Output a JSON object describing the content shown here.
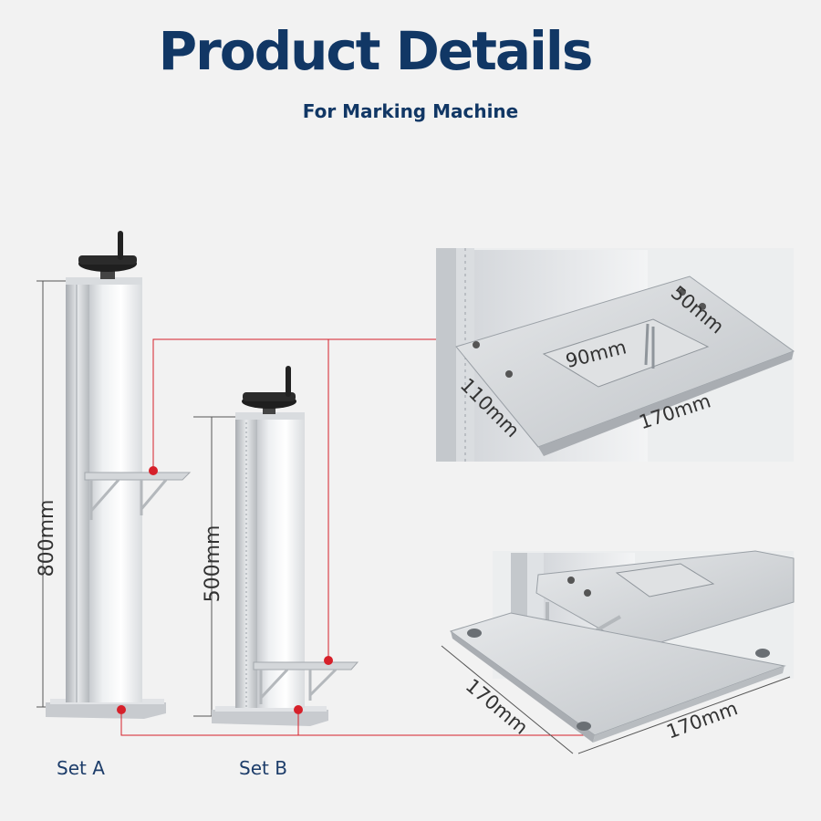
{
  "header": {
    "title": "Product Details",
    "subtitle": "For Marking Machine"
  },
  "sets": {
    "a_label": "Set A",
    "b_label": "Set B"
  },
  "dimensions": {
    "set_a_height": "800mm",
    "set_b_height": "500mm",
    "plate_depth": "50mm",
    "plate_opening": "90mm",
    "plate_width_side": "110mm",
    "plate_length": "170mm",
    "base_width": "170mm",
    "base_length": "170mm"
  },
  "colors": {
    "title": "#113765",
    "marker": "#d6202a",
    "leader_line": "#d6202a",
    "background": "#f2f2f2"
  }
}
